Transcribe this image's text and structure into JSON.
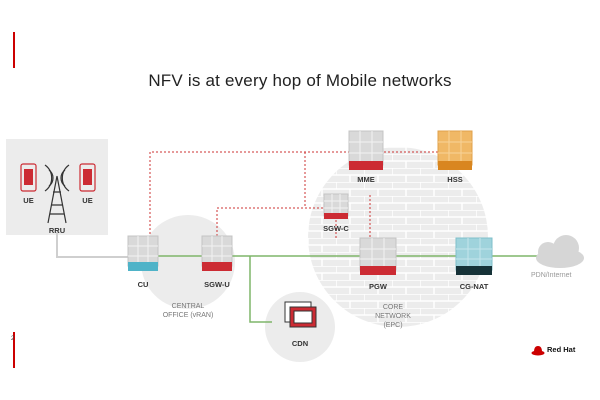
{
  "title": "NFV is at every hop of Mobile networks",
  "page_number": "2",
  "colors": {
    "accent": "#cc0000",
    "red_node": "#cc2b33",
    "blue_node": "#4fb3c8",
    "orange_node": "#e89a2c",
    "dark_node": "#163238",
    "green_link": "#7fb56a",
    "dotted_link": "#cc3333"
  },
  "labels": {
    "ue_left": "UE",
    "ue_right": "UE",
    "rru": "RRU",
    "cu": "CU",
    "sgw_u": "SGW-U",
    "central_office_line1": "CENTRAL",
    "central_office_line2": "OFFICE (vRAN)",
    "cdn": "CDN",
    "mme": "MME",
    "hss": "HSS",
    "sgw_c": "SGW-C",
    "pgw": "PGW",
    "cg_nat": "CG-NAT",
    "core_line1": "CORE",
    "core_line2": "NETWORK",
    "core_line3": "(EPC)",
    "pdn": "PDN/Internet"
  },
  "brand": {
    "name": "Red Hat"
  },
  "icons": [
    "phone-icon",
    "cell-tower-icon",
    "server-stack-icon",
    "cloud-icon",
    "cdn-icon",
    "red-hat-logo-icon"
  ]
}
